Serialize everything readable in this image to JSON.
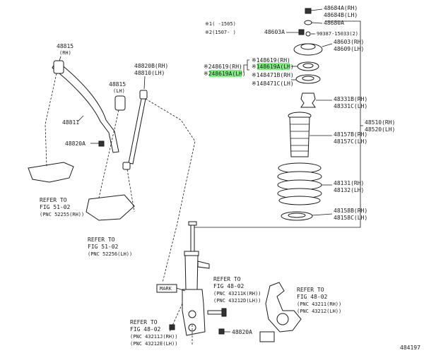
{
  "notes": {
    "note1": "※1(    -1505)",
    "note2": "※2(1507-    )"
  },
  "labels": {
    "p48684A": "48684A(RH)",
    "p48684B": "48684B(LH)",
    "p48680A": "48680A",
    "p48603A": "48603A",
    "p90387": "90387-15033(2)",
    "p48603": "48603(RH)",
    "p48609": "48609(LH)",
    "p48619_rh_n1": "※148619(RH)",
    "p48619A_lh_n1": "※148619A(LH)",
    "p48619_rh_n2": "※248619(RH)",
    "p48619A_lh_n2": "※248619A(LH)",
    "p48471B": "※148471B(RH)",
    "p48471C": "※148471C(LH)",
    "p48331B": "48331B(RH)",
    "p48331C": "48331C(LH)",
    "p48157B": "48157B(RH)",
    "p48157C": "48157C(LH)",
    "p48510": "48510(RH)",
    "p48520": "48520(LH)",
    "p48131": "48131(RH)",
    "p48132": "48132(LH)",
    "p48158B": "48158B(RH)",
    "p48158C": "48158C(LH)",
    "p48815": "48815",
    "p48815_rh": "(RH)",
    "p48815_lh_name": "48815",
    "p48815_lh": "(LH)",
    "p48811": "48811",
    "p48820B": "48820B(RH)",
    "p48810": "48810(LH)",
    "p48820A_left": "48820A",
    "p48820A_bottom": "48820A",
    "mark": "MARK",
    "figure_id": "484197"
  },
  "refs": {
    "ref1": {
      "line1": "REFER TO",
      "line2": "FIG 51-02",
      "line3": "(PNC 52255(RH))"
    },
    "ref2": {
      "line1": "REFER TO",
      "line2": "FIG 51-02",
      "line3": "(PNC 52256(LH))"
    },
    "ref3": {
      "line1": "REFER TO",
      "line2": "FIG 48-02",
      "line3": "(PNC 43211K(RH))",
      "line4": "(PNC 43212D(LH))"
    },
    "ref4": {
      "line1": "REFER TO",
      "line2": "FIG 48-02",
      "line3": "(PNC 43211(RH))",
      "line4": "(PNC 43212(LH))"
    },
    "ref5": {
      "line1": "REFER TO",
      "line2": "FIG 48-02",
      "line3": "(PNC 43211J(RH))",
      "line4": "(PNC 43212E(LH))"
    }
  },
  "colors": {
    "highlight": "#7cf07c",
    "ink": "#1a1a1a"
  }
}
